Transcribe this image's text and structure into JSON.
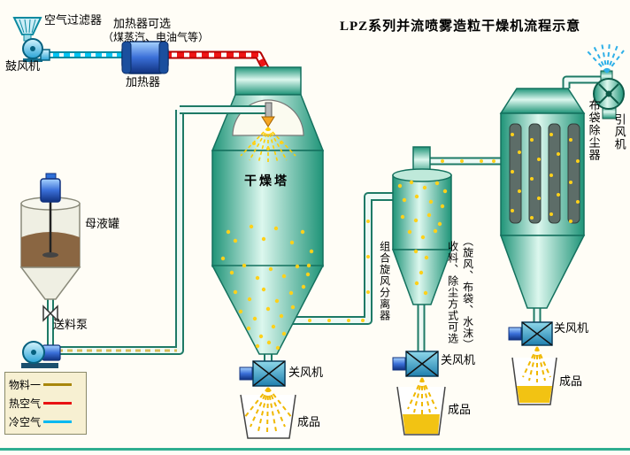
{
  "title": "LPZ系列并流喷雾造粒干燥机流程示意",
  "labels": {
    "air_filter": "空气过滤器",
    "blower": "鼓风机",
    "heater_option_1": "加热器可选",
    "heater_option_2": "（煤蒸汽、电油气等）",
    "heater": "加热器",
    "drying_tower": "干燥塔",
    "feed_tank": "母液罐",
    "feed_pump": "送料泵",
    "rotary_valve_tower": "关风机",
    "rotary_valve_cyclone": "关风机",
    "rotary_valve_bag": "关风机",
    "product_tower": "成品",
    "product_cyclone": "成品",
    "product_bag": "成品",
    "cyclone": "组合旋风分离器",
    "collect_note_right": "（旋风、布袋、水沫）",
    "collect_note_left": "收料、除尘方式可选",
    "bag_filter": "布袋除尘器",
    "induced_fan": "引风机"
  },
  "legend": {
    "items": [
      {
        "label": "物料一",
        "color": "#a8860b"
      },
      {
        "label": "热空气",
        "color": "#e81212"
      },
      {
        "label": "冷空气",
        "color": "#00b8f0"
      }
    ]
  },
  "colors": {
    "equipment_teal": "#1f9478",
    "hot_air_red": "#e81212",
    "cold_air_cyan": "#00b8f0",
    "material_yellow": "#ffd11a",
    "product_yellow": "#f2c313"
  }
}
